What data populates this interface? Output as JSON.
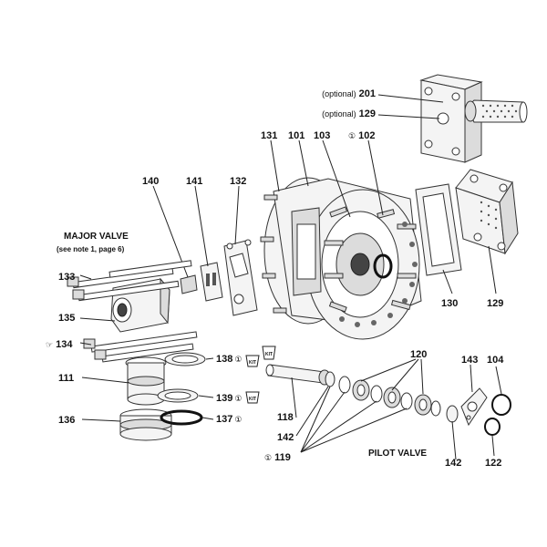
{
  "headings": {
    "major_valve": "MAJOR VALVE",
    "major_valve_note": "(see note 1, page 6)",
    "pilot_valve": "PILOT VALVE"
  },
  "callouts": {
    "p201": {
      "prefix": "(optional)",
      "number": "201"
    },
    "p129a": {
      "prefix": "(optional)",
      "number": "129"
    },
    "p131": {
      "number": "131"
    },
    "p101": {
      "number": "101"
    },
    "p103": {
      "number": "103"
    },
    "p102": {
      "symbol": "①",
      "number": "102"
    },
    "p140": {
      "number": "140"
    },
    "p141": {
      "number": "141"
    },
    "p132": {
      "number": "132"
    },
    "p133": {
      "number": "133"
    },
    "p135": {
      "number": "135"
    },
    "p134": {
      "symbol": "☞",
      "number": "134"
    },
    "p111": {
      "number": "111"
    },
    "p136": {
      "number": "136"
    },
    "p138": {
      "number": "138",
      "symbol": "①"
    },
    "p139": {
      "number": "139",
      "symbol": "①"
    },
    "p137": {
      "number": "137",
      "symbol": "①"
    },
    "p130": {
      "number": "130"
    },
    "p129b": {
      "number": "129"
    },
    "p120": {
      "number": "120"
    },
    "p143": {
      "number": "143"
    },
    "p104": {
      "number": "104"
    },
    "p118": {
      "number": "118"
    },
    "p142a": {
      "number": "142"
    },
    "p142b": {
      "number": "142"
    },
    "p119": {
      "symbol": "①",
      "number": "119"
    },
    "p122": {
      "number": "122"
    }
  },
  "kit_badges": {
    "badge1": "KIT",
    "badge2": "KIT",
    "badge3": "KIT"
  },
  "icons": [
    "note-pointer-icon",
    "kit-badge-icon",
    "service-kit-circle-icon"
  ]
}
